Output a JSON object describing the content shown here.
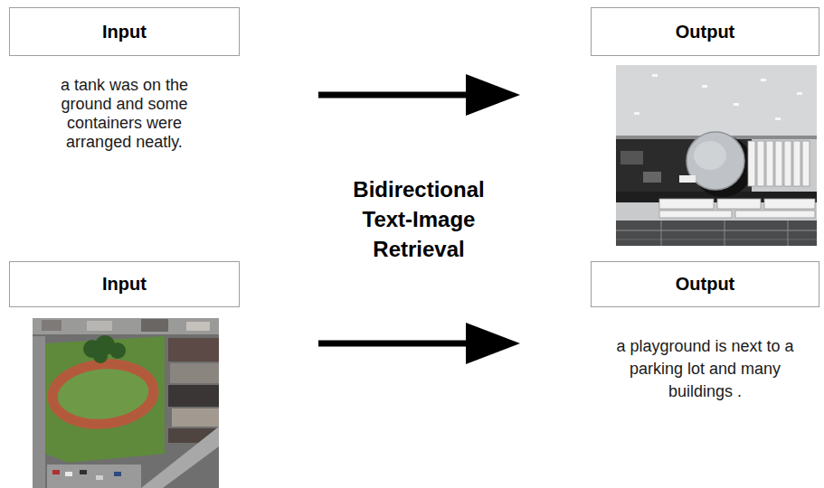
{
  "diagram": {
    "nodes": [
      {
        "text": [
          "Input",
          "a tank was on the ground and some containers were arranged neatly."
        ]
      },
      {
        "text": [
          "Output"
        ]
      },
      {
        "text": [
          "Input"
        ]
      },
      {
        "text": [
          "Output",
          "a playground is next to a parking lot and many buildings ."
        ]
      }
    ],
    "edges": [
      {
        "from": 0,
        "to": 1,
        "arrow": "to"
      },
      {
        "from": 2,
        "to": 3,
        "arrow": "to"
      }
    ],
    "labels": [
      "Bidirectional Text-Image Retrieval"
    ]
  }
}
